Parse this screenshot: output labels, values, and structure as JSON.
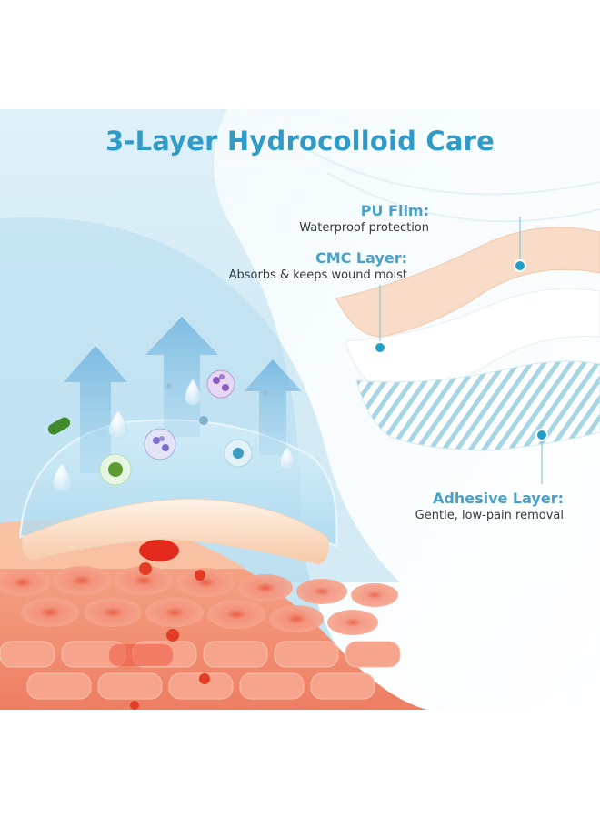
{
  "title": "3-Layer Hydrocolloid Care",
  "layers": [
    {
      "name": "PU Film:",
      "description": "Waterproof protection"
    },
    {
      "name": "CMC Layer:",
      "description": "Absorbs & keeps wound moist"
    },
    {
      "name": "Adhesive Layer:",
      "description": "Gentle, low-pain removal"
    }
  ],
  "colors": {
    "title": "#2e9bc9",
    "layer_heading": "#4aa0c8",
    "pointer_dot": "#1f9fc4",
    "pu_film": "#f8dcc8",
    "cmc_layer": "#ffffff",
    "adhesive_stripes": "#9fd2e2",
    "skin": "#f2866a"
  },
  "icons": [
    "arrow-up-icon",
    "water-droplet-icon",
    "bacteria-icon",
    "virus-icon"
  ]
}
